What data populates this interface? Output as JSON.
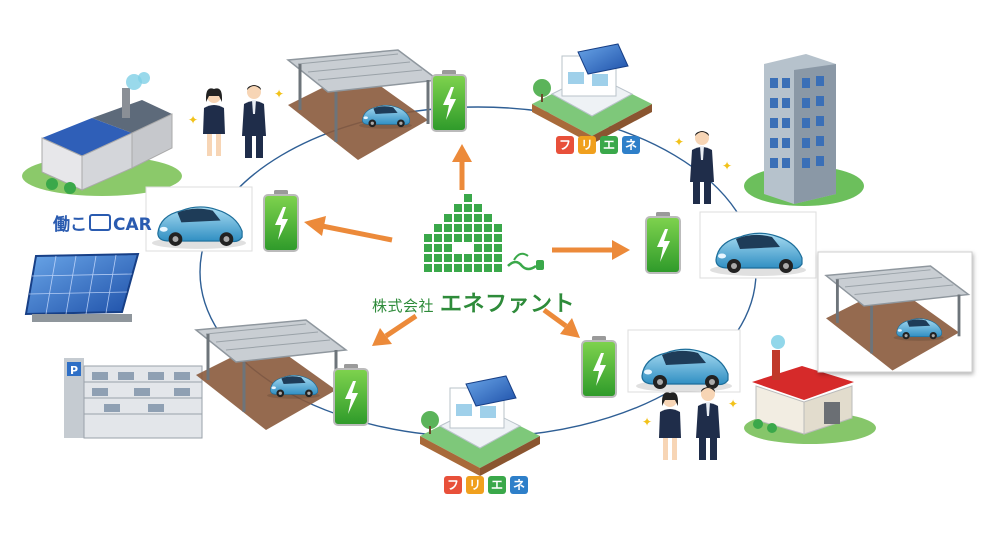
{
  "company": {
    "prefix": "株式会社",
    "name": "エネファント"
  },
  "service": {
    "part1": "働こ",
    "part2": "CAR"
  },
  "badge_top": [
    "フ",
    "リ",
    "エ",
    "ネ"
  ],
  "badge_bottom": [
    "フ",
    "リ",
    "エ",
    "ネ"
  ],
  "colors": {
    "brand_green": "#3aa84a",
    "arrow": "#ec8a3a",
    "cycle": "#2f5f95",
    "badge": [
      "#e8503a",
      "#f0a01e",
      "#3aa84a",
      "#2e7fc9"
    ]
  }
}
